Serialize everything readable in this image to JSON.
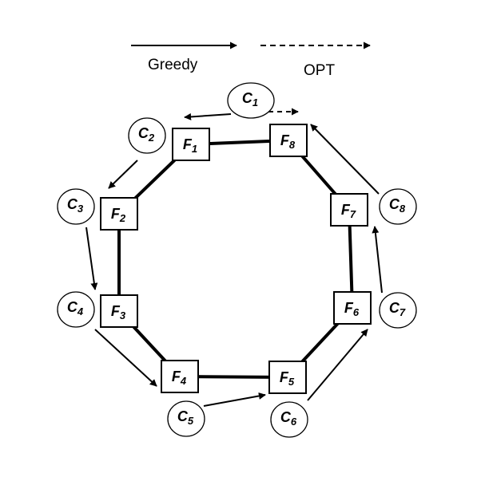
{
  "legend": {
    "greedy_label": "Greedy",
    "opt_label": "OPT"
  },
  "facilities": [
    {
      "id": "F1",
      "letter": "F",
      "sub": "1"
    },
    {
      "id": "F2",
      "letter": "F",
      "sub": "2"
    },
    {
      "id": "F3",
      "letter": "F",
      "sub": "3"
    },
    {
      "id": "F4",
      "letter": "F",
      "sub": "4"
    },
    {
      "id": "F5",
      "letter": "F",
      "sub": "5"
    },
    {
      "id": "F6",
      "letter": "F",
      "sub": "6"
    },
    {
      "id": "F7",
      "letter": "F",
      "sub": "7"
    },
    {
      "id": "F8",
      "letter": "F",
      "sub": "8"
    }
  ],
  "clients": [
    {
      "id": "C1",
      "letter": "C",
      "sub": "1"
    },
    {
      "id": "C2",
      "letter": "C",
      "sub": "2"
    },
    {
      "id": "C3",
      "letter": "C",
      "sub": "3"
    },
    {
      "id": "C4",
      "letter": "C",
      "sub": "4"
    },
    {
      "id": "C5",
      "letter": "C",
      "sub": "5"
    },
    {
      "id": "C6",
      "letter": "C",
      "sub": "6"
    },
    {
      "id": "C7",
      "letter": "C",
      "sub": "7"
    },
    {
      "id": "C8",
      "letter": "C",
      "sub": "8"
    }
  ],
  "ring": [
    "F1",
    "F8",
    "F7",
    "F6",
    "F5",
    "F4",
    "F3",
    "F2"
  ],
  "assignments": [
    {
      "from": "C1",
      "to": "F1",
      "style": "solid"
    },
    {
      "from": "C1",
      "to": "F8",
      "style": "dashed"
    },
    {
      "from": "C2",
      "to": "F2",
      "style": "solid"
    },
    {
      "from": "C3",
      "to": "F3",
      "style": "solid"
    },
    {
      "from": "C4",
      "to": "F4",
      "style": "solid"
    },
    {
      "from": "C5",
      "to": "F5",
      "style": "solid"
    },
    {
      "from": "C6",
      "to": "F6",
      "style": "solid"
    },
    {
      "from": "C7",
      "to": "F7",
      "style": "solid"
    },
    {
      "from": "C8",
      "to": "F8",
      "style": "solid"
    }
  ]
}
